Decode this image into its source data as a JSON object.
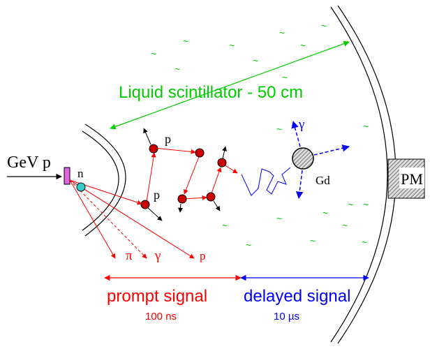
{
  "labels": {
    "beam": "GeV p",
    "neutron": "n",
    "proton": "p",
    "gamma": "γ",
    "gadolinium": "Gd",
    "photomultiplier": "PM",
    "scintillator": "Liquid scintillator - 50 cm",
    "secondaries": {
      "pion": "π",
      "gamma": "γ",
      "proton": "p"
    },
    "prompt_signal": "prompt signal",
    "prompt_time": "100 ns",
    "delayed_signal": "delayed signal",
    "delayed_time": "10 µs",
    "scintillator_marks": "~"
  },
  "colors": {
    "scintillator": "#00cc00",
    "prompt": "#ff0000",
    "delayed": "#0000ff",
    "target": "#e066e0",
    "neutron": "#33cccc",
    "proton": "#cc0000",
    "pm": "#888888",
    "ink": "#000000"
  }
}
